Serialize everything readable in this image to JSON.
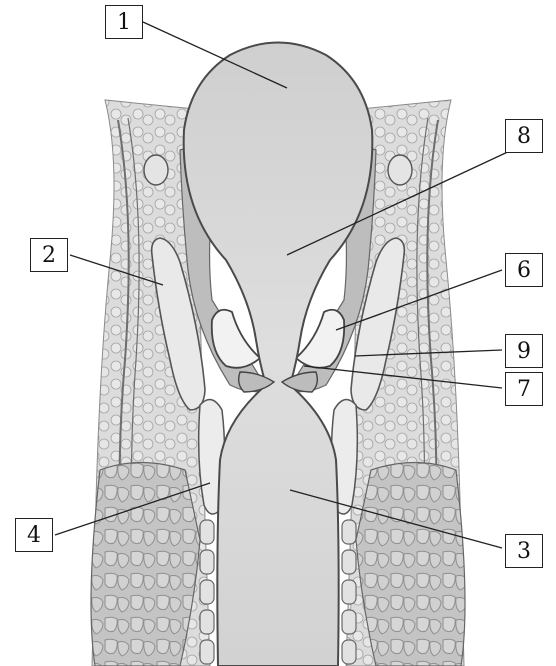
{
  "labels": {
    "l1": "1",
    "l2": "2",
    "l3": "3",
    "l4": "4",
    "l6": "6",
    "l7": "7",
    "l8": "8",
    "l9": "9"
  },
  "colors": {
    "tissue_dark": "#7d7d7d",
    "tissue_mid": "#b8b8b8",
    "tissue_light": "#dcdcdc",
    "lumen": "#d9d9d9",
    "outline": "#4a4a4a"
  }
}
